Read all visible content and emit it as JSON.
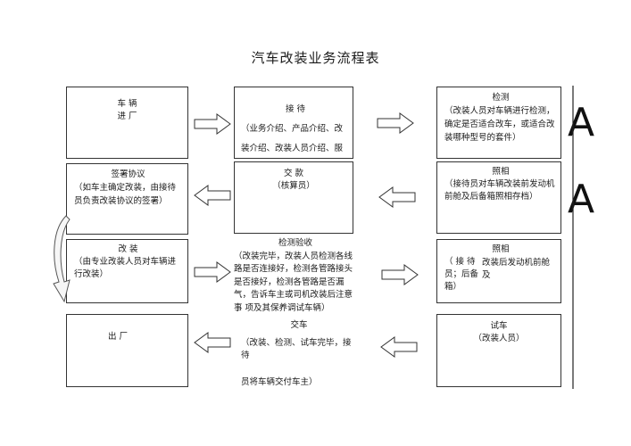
{
  "title": "汽车改装业务流程表",
  "steps": {
    "vehicle_entry": {
      "line1": "车  辆",
      "line2": "进  厂"
    },
    "reception": {
      "heading": "接  待",
      "body": "（业务介绍、产品介绍、改装介绍、改装人员介绍、服务承诺、"
    },
    "inspection": {
      "heading": "检测",
      "body": "（改装人员对车辆进行检测，确定是否适合改车，或适合改装哪种型号的套件）"
    },
    "photo_1": {
      "heading": "照相",
      "body": "（接待员对车辆改装前发动机前舱及后备箱照相存档）"
    },
    "payment": {
      "heading": "交  款",
      "body": "（核算员）"
    },
    "agreement": {
      "heading": "签署协议",
      "body": "（如车主确定改装，由接待员负责改装协议的签署）"
    },
    "modification": {
      "heading": "改  装",
      "body": "（由专业改装人员对车辆进行改装）"
    },
    "acceptance": {
      "heading": "检测验收",
      "body": "（改装完毕，改装人员检测各线路是否连接好，检测各管路接头是否接好，检测各管路是否漏气，告诉车主或司机改装后注意事 项及其保养调试车辆）"
    },
    "photo_2": {
      "heading": "照相",
      "body_left": "（ 接 待员；后备箱）",
      "body_right": "改装后发动机前舱及"
    },
    "exit": {
      "line": "出  厂"
    },
    "handover": {
      "heading": "交车",
      "body1": "（改装、检测、试车完毕，接待",
      "body2": "员将车辆交付车主）"
    },
    "test_drive": {
      "heading": "试车",
      "body": "（改装人员）"
    }
  },
  "decor": {
    "glyph": "A"
  }
}
